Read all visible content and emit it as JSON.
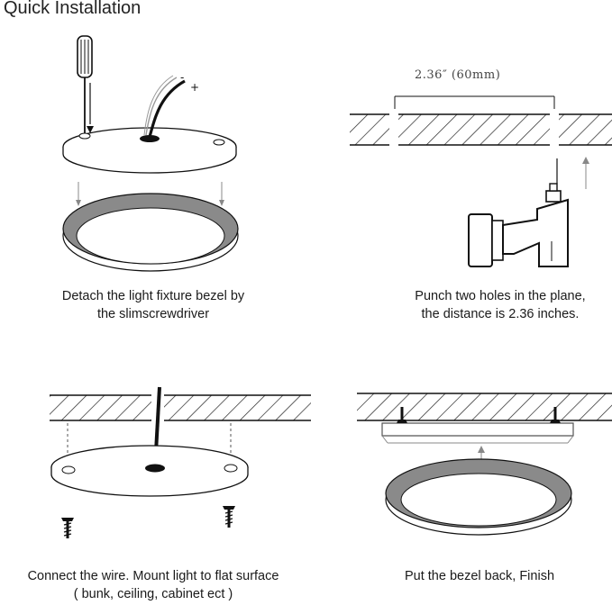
{
  "title": "Quick Installation",
  "steps": [
    {
      "line1": "Detach the light fixture bezel by",
      "line2": "the slimscrewdriver"
    },
    {
      "line1": "Punch two holes in the plane,",
      "line2": "the distance is 2.36 inches."
    },
    {
      "line1": "Connect the wire. Mount  light to flat surface",
      "line2": "( bunk, ceiling, cabinet ect  )"
    },
    {
      "line1": "Put the bezel back,  Finish",
      "line2": ""
    }
  ],
  "dimension_label": "2.36″ (60mm)",
  "wire_minus": "-",
  "wire_plus": "+"
}
